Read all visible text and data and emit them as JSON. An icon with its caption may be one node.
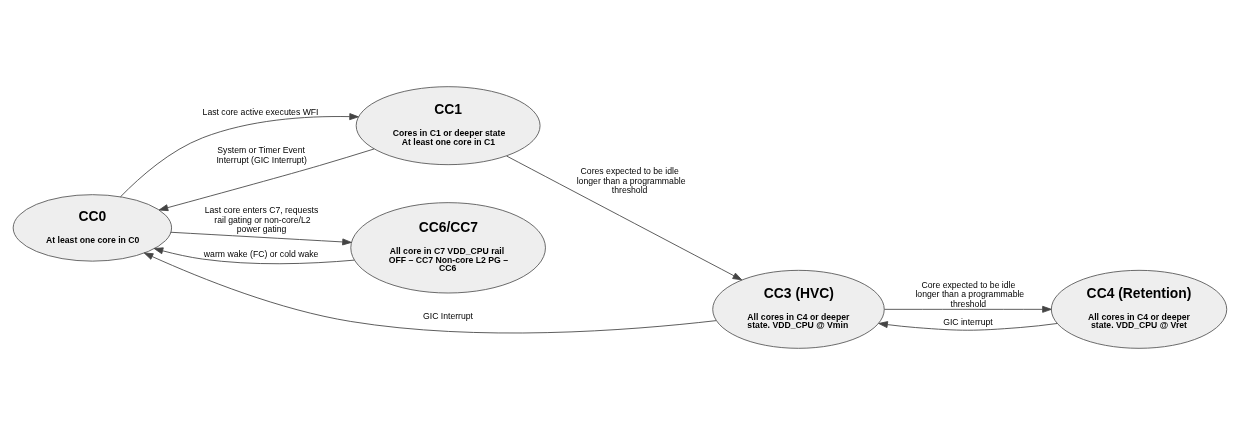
{
  "diagram": {
    "nodes": [
      {
        "text": [
          "CC0",
          "At least one core in C0"
        ]
      },
      {
        "text": [
          "CC1",
          "Cores in C1 or deeper state At least one core in C1"
        ]
      },
      {
        "text": [
          "CC3 (HVC)",
          "All cores in C4 or deeper state. VDD_CPU @ Vmin"
        ]
      },
      {
        "text": [
          "CC4 (Retention)",
          "All cores in C4 or deeper state. VDD_CPU @ Vret"
        ]
      },
      {
        "text": [
          "CC6/CC7",
          "All core in C7 VDD_CPU rail OFF – CC7 Non-core L2 PG – CC6"
        ]
      }
    ],
    "edges": [
      {
        "from": 0,
        "to": 1,
        "arrow": "to",
        "label": "Last core active executes WFI"
      },
      {
        "from": 1,
        "to": 2,
        "arrow": "to",
        "label": "Cores expected to be idle longer than a programmable threshold"
      },
      {
        "from": 2,
        "to": 3,
        "arrow": "to",
        "label": "Core expected to be idle longer than a programmable threshold"
      },
      {
        "from": 3,
        "to": 2,
        "arrow": "to",
        "label": "GIC interrupt"
      },
      {
        "from": 1,
        "to": 0,
        "arrow": "to",
        "label": "System or Timer Event Interrupt (GIC Interrupt)"
      },
      {
        "from": 2,
        "to": 0,
        "arrow": "to",
        "label": "GIC Interrupt"
      },
      {
        "from": 0,
        "to": 4,
        "arrow": "to",
        "label": "Last core enters C7, requests rail gating or non-core/L2 power gating"
      },
      {
        "from": 4,
        "to": 0,
        "arrow": "to",
        "label": "warm wake (FC) or cold wake"
      }
    ]
  }
}
